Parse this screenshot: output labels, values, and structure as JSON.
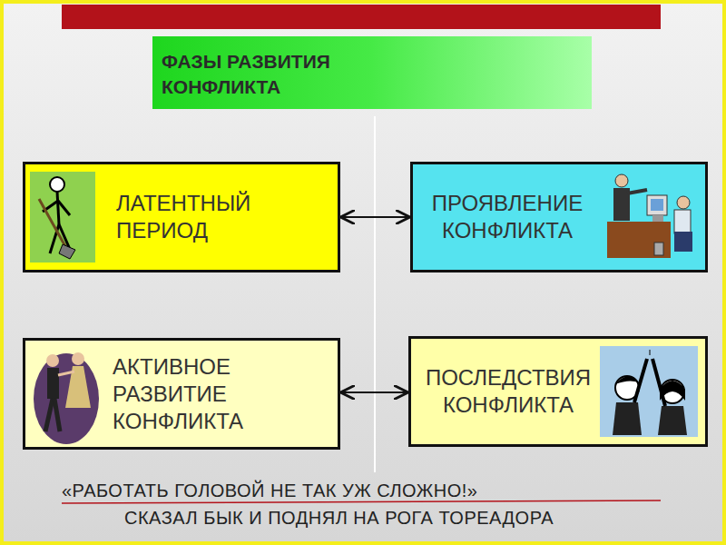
{
  "diagram": {
    "title": "ФАЗЫ РАЗВИТИЯ КОНФЛИКТА",
    "nodes": [
      {
        "text": [
          "ЛАТЕНТНЫЙ ПЕРИОД"
        ]
      },
      {
        "text": [
          "ПРОЯВЛЕНИЕ КОНФЛИКТА"
        ]
      },
      {
        "text": [
          "АКТИВНОЕ РАЗВИТИЕ КОНФЛИКТА"
        ]
      },
      {
        "text": [
          "ПОСЛЕДСТВИЯ КОНФЛИКТА"
        ]
      }
    ],
    "edges": [
      {
        "from": 0,
        "to": 1,
        "arrow": "both"
      },
      {
        "from": 2,
        "to": 3,
        "arrow": "both"
      }
    ],
    "labels": [
      "«РАБОТАТЬ ГОЛОВОЙ НЕ ТАК УЖ СЛОЖНО!»",
      "СКАЗАЛ БЫК И ПОДНЯЛ НА РОГА ТОРЕАДОРА"
    ]
  }
}
